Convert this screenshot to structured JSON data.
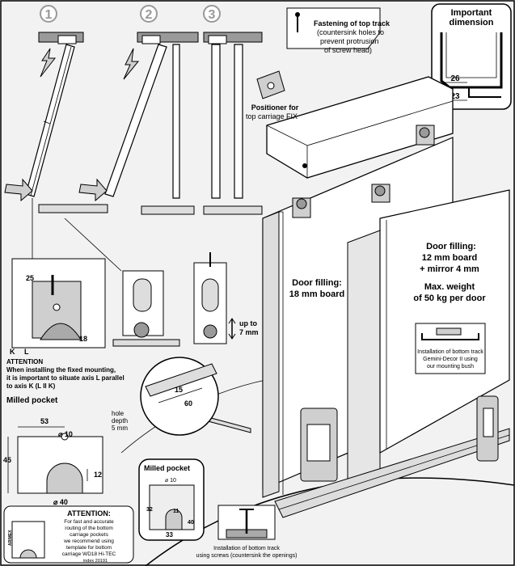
{
  "steps": [
    "1",
    "2",
    "3"
  ],
  "important": {
    "title_line1": "Important",
    "title_line2": "dimension",
    "dim_top": "26",
    "dim_bottom": "23"
  },
  "top_track": {
    "title": "Fastening of top track",
    "note_line1": "(countersink holes to",
    "note_line2": "prevent protrusion",
    "note_line3": "of screw head)"
  },
  "positioner": {
    "line1": "Positioner for",
    "line2": "top carriage FIX"
  },
  "door18": {
    "line1": "Door filling:",
    "line2": "18 mm board"
  },
  "door12": {
    "line1": "Door filling:",
    "line2": "12 mm board",
    "line3": "+ mirror 4 mm",
    "line4": "Max. weight",
    "line5": "of 50 kg per door"
  },
  "mount_detail": {
    "dim_25": "25",
    "dim_18": "18",
    "axis_k": "K",
    "axis_l": "L"
  },
  "attention1": {
    "title": "ATTENTION",
    "line1": "When installing the fixed mounting,",
    "line2": "it is important to situate axis L parallel",
    "line3": "to axis K (L II K)"
  },
  "adjust": {
    "line1": "up to",
    "line2": "7 mm"
  },
  "bottom_track_gemini": {
    "line1": "Installation of bottom track",
    "line2": "Gemini-Decor II using",
    "line3": "our mounting bush"
  },
  "milled_pocket_1": {
    "title": "Milled pocket",
    "dim_53": "53",
    "dim_45": "45",
    "dim_12": "12",
    "dim_40": "⌀ 40",
    "dim_10": "⌀ 10",
    "hole_line1": "hole",
    "hole_line2": "depth",
    "hole_line3": "5 mm"
  },
  "circle_detail": {
    "dim_15": "15",
    "dim_60": "60"
  },
  "milled_pocket_2": {
    "title": "Milled pocket",
    "dim_10": "⌀ 10",
    "dim_32": "32",
    "dim_11": "11",
    "dim_40": "40",
    "dim_33": "33"
  },
  "attention2": {
    "title": "ATTENTION:",
    "line1": "For fast and accurate",
    "line2": "routing of the bottom",
    "line3": "carriage pockets",
    "line4": "we recommend using",
    "line5": "template for bottom",
    "line6": "carriage WD18 Hi-TEC",
    "index": "index 20191",
    "brand": "ARIMEX"
  },
  "bottom_track_screws": {
    "line1": "Installation of bottom track",
    "line2": "using screws (countersink the openings)"
  }
}
